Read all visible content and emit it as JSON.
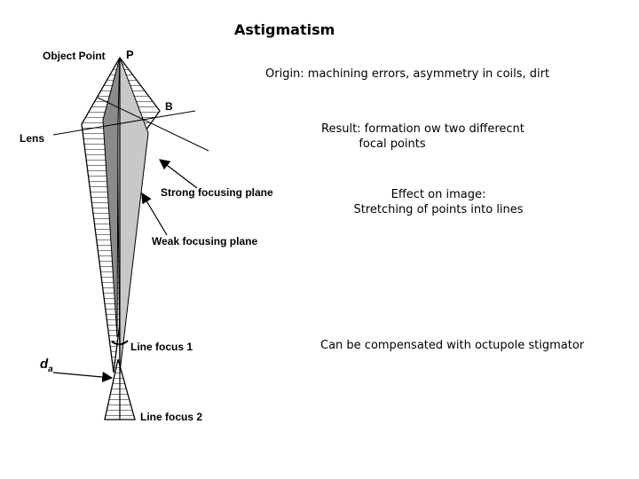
{
  "title": "Astigmatism",
  "notes": {
    "origin": "Origin: machining errors, asymmetry in coils, dirt",
    "result_line1": "Result: formation ow two differecnt",
    "result_line2": "focal points",
    "effect_line1": "Effect on image:",
    "effect_line2": "Stretching of points into lines",
    "compensation": "Can be compensated with octupole stigmator"
  },
  "diagram_labels": {
    "object_point": "Object Point",
    "p": "P",
    "b": "B",
    "lens": "Lens",
    "strong_plane": "Strong focusing plane",
    "weak_plane": "Weak focusing plane",
    "line_focus_1": "Line focus 1",
    "line_focus_2": "Line focus 2",
    "da_main": "d",
    "da_sub": "a"
  },
  "colors": {
    "weak_fill": "#c8c8c8",
    "strong_fill": "#8a8a8a",
    "line": "#000000"
  }
}
